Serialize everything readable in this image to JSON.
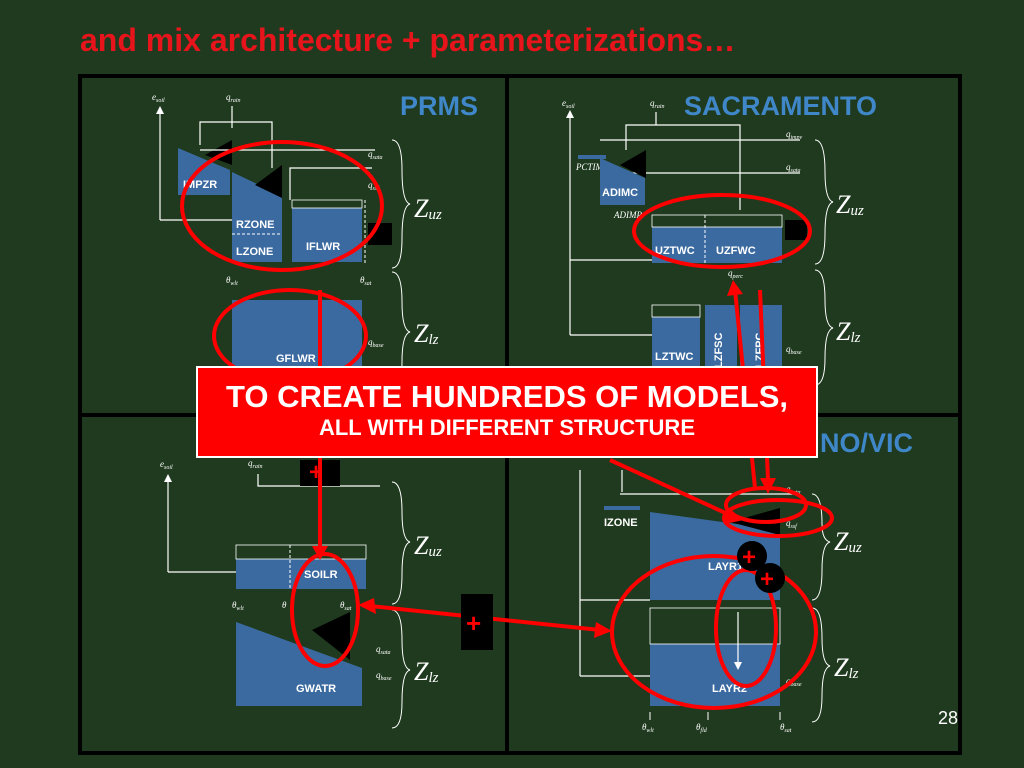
{
  "title": "and mix architecture + parameterizations…",
  "page_number": "28",
  "banner": {
    "line1": "TO CREATE HUNDREDS OF MODELS,",
    "line2": "ALL WITH DIFFERENT STRUCTURE"
  },
  "panels": {
    "prms": {
      "header": "PRMS",
      "boxes": [
        "IMPZR",
        "RZONE",
        "LZONE",
        "IFLWR",
        "GFLWR"
      ],
      "flux": [
        "e",
        "soil",
        "q",
        "rain",
        "q",
        "sata",
        "q",
        "ssf",
        "q",
        "base",
        "θ",
        "wlt",
        "θ",
        "sat"
      ]
    },
    "sacramento": {
      "header": "SACRAMENTO",
      "boxes": [
        "ADIMC",
        "UZTWC",
        "UZFWC",
        "LZTWC",
        "LZFSC",
        "LZFPC"
      ],
      "small": [
        "PCTIM",
        "ADIMP"
      ],
      "flux": [
        "e",
        "soil",
        "q",
        "rain",
        "q",
        "impv",
        "q",
        "sata",
        "q",
        "base",
        "q",
        "perc"
      ]
    },
    "topmodel": {
      "boxes": [
        "SOILR",
        "GWATR"
      ],
      "flux": [
        "e",
        "soil",
        "q",
        "rain",
        "θ",
        "wlt",
        "θ",
        "θ",
        "sat",
        "q",
        "sata",
        "q",
        "base"
      ]
    },
    "vic": {
      "header": "NO/VIC",
      "boxes": [
        "IZONE",
        "LAYR1",
        "LAYR2"
      ],
      "flux": [
        "q",
        "sata",
        "q",
        "ssf",
        "q",
        "base",
        "θ",
        "wlt",
        "θ",
        "fld",
        "θ",
        "sat"
      ]
    }
  },
  "zone_labels": {
    "upper": {
      "z": "Z",
      "sub": "uz"
    },
    "lower": {
      "z": "Z",
      "sub": "lz"
    }
  },
  "markers": {
    "plus": "+"
  },
  "colors": {
    "background": "#1f3a1e",
    "title": "#e8141b",
    "header": "#3f87c8",
    "box": "#3b6aa0",
    "highlight": "#ff0000"
  }
}
